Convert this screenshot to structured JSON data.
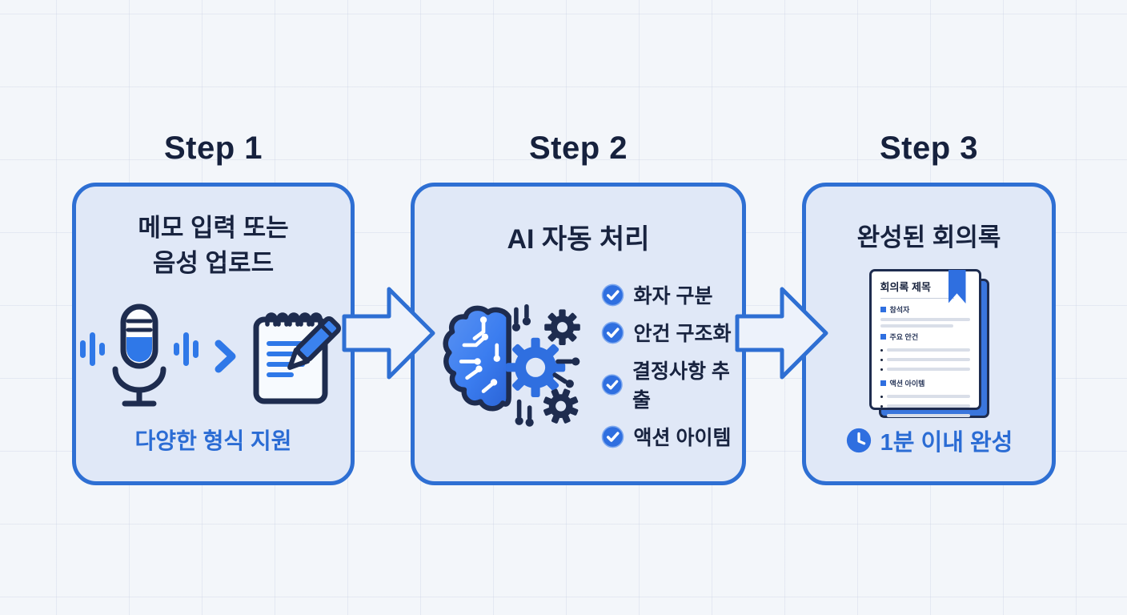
{
  "steps": [
    {
      "label": "Step 1",
      "title_line1": "메모 입력 또는",
      "title_line2": "음성 업로드",
      "caption": "다양한 형식 지원",
      "icons": [
        "sound-wave-icon",
        "microphone-icon",
        "chevron-right-icon",
        "notepad-pen-icon"
      ]
    },
    {
      "label": "Step 2",
      "title": "AI 자동 처리",
      "icon": "brain-circuit-gears-icon",
      "checklist": [
        {
          "label": "화자 구분"
        },
        {
          "label": "안건 구조화"
        },
        {
          "label": "결정사항 추출"
        },
        {
          "label": "액션 아이템"
        }
      ]
    },
    {
      "label": "Step 3",
      "title": "완성된 회의록",
      "caption": "1분 이내 완성",
      "caption_icon": "clock-icon",
      "document": {
        "title": "회의록 제목",
        "sections": [
          {
            "label": "참석자"
          },
          {
            "label": "주요 안건"
          },
          {
            "label": "액션 아이템"
          }
        ]
      }
    }
  ],
  "colors": {
    "background": "#f3f6fa",
    "box_fill": "#e0e8f7",
    "box_border": "#2e6fd3",
    "title_navy": "#18233f",
    "accent_blue": "#2b6cd4",
    "icon_blue": "#2f78e8",
    "icon_navy": "#1e2c4f",
    "check_circle": "#2f6fe0",
    "doc_line_gray": "#d9dee8"
  }
}
